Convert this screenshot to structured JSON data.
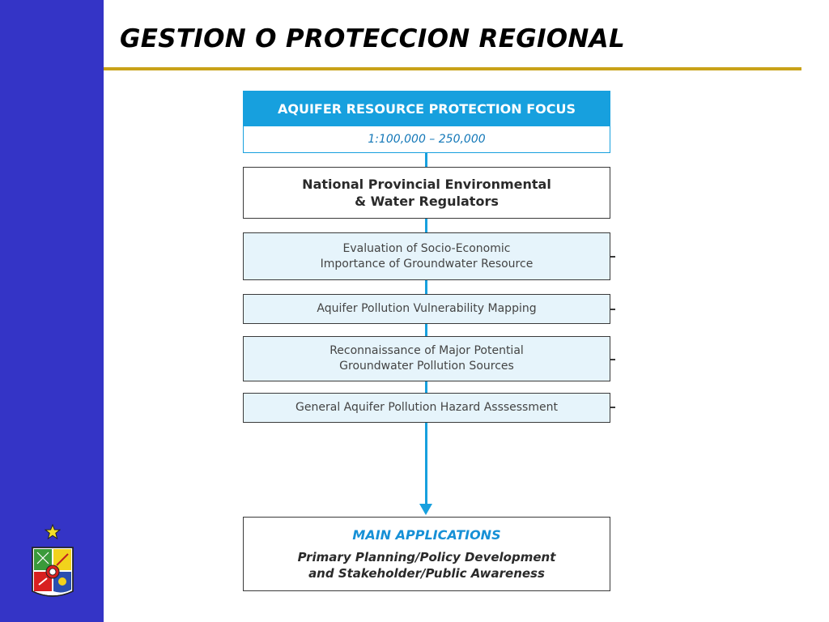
{
  "slide": {
    "title": "GESTION O PROTECCION REGIONAL"
  },
  "colors": {
    "sidebar": "#3434c6",
    "title_rule": "#c9a218",
    "accent_blue": "#17a0de",
    "step_fill": "#e6f4fb"
  },
  "diagram": {
    "focus_title": "AQUIFER RESOURCE PROTECTION FOCUS",
    "scale": "1:100,000 – 250,000",
    "regulators": [
      "National Provincial Environmental",
      "& Water Regulators"
    ],
    "steps": [
      [
        "Evaluation of Socio-Economic",
        "Importance of Groundwater Resource"
      ],
      [
        "Aquifer Pollution Vulnerability Mapping"
      ],
      [
        "Reconnaissance of Major Potential",
        "Groundwater Pollution Sources"
      ],
      [
        "General Aquifer Pollution Hazard Asssessment"
      ]
    ],
    "applications_title": "MAIN APPLICATIONS",
    "applications": [
      "Primary Planning/Policy Development",
      "and Stakeholder/Public Awareness"
    ]
  },
  "logo": {
    "star_icon": "star-icon",
    "crest_icon": "university-crest-icon"
  }
}
